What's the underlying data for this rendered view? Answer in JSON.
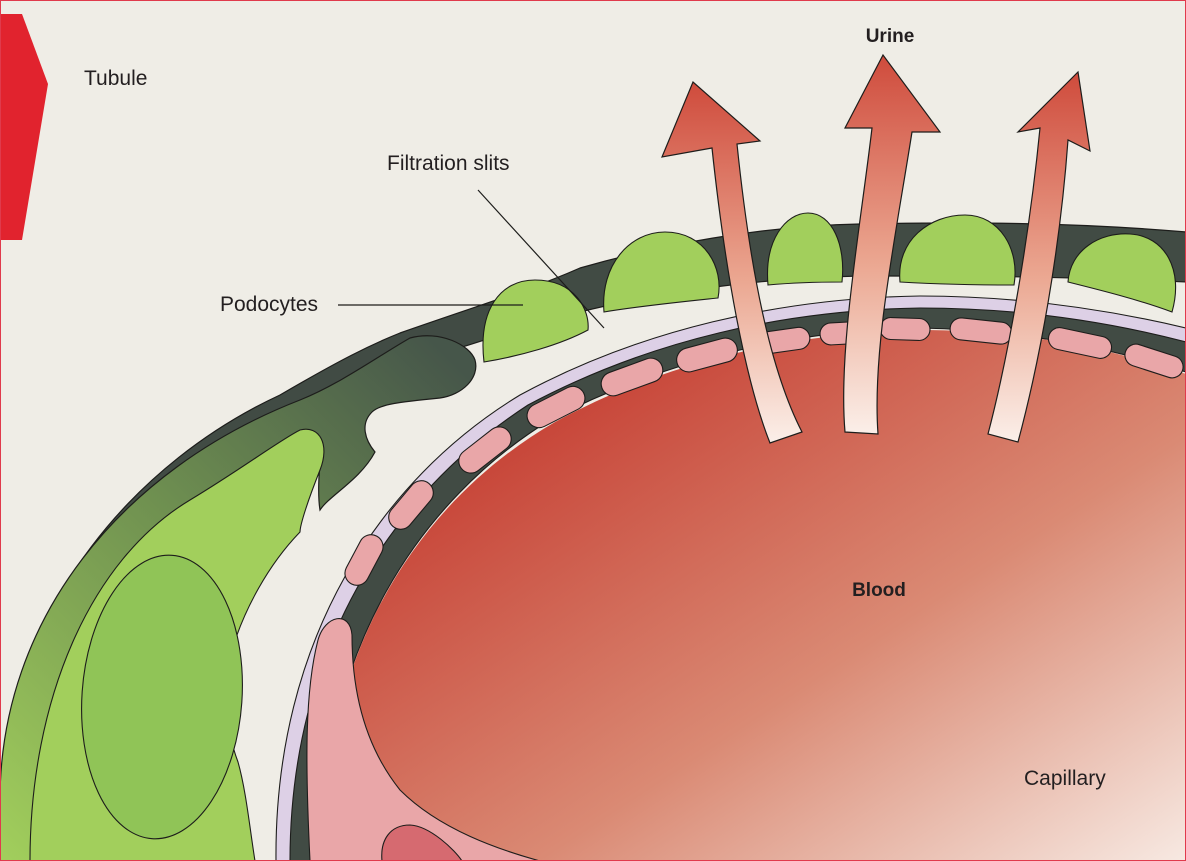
{
  "labels": {
    "tubule": "Tubule",
    "urine": "Urine",
    "filtration_slits": "Filtration slits",
    "podocytes": "Podocytes",
    "blood": "Blood",
    "capillary": "Capillary"
  },
  "colors": {
    "background": "#efede6",
    "border": "#e03a4c",
    "tab_red": "#e1232e",
    "podocyte_green": "#a2cf5c",
    "nucleus_green": "#90c457",
    "basement_dark": "#414b44",
    "membrane_lilac": "#ddd0e6",
    "endothelial_pink": "#e9a6a8",
    "blood_dark": "#c8473a",
    "blood_light": "#f7e9e2",
    "arrow_red": "#cf4b3c",
    "arrow_white": "#fbefe9"
  }
}
